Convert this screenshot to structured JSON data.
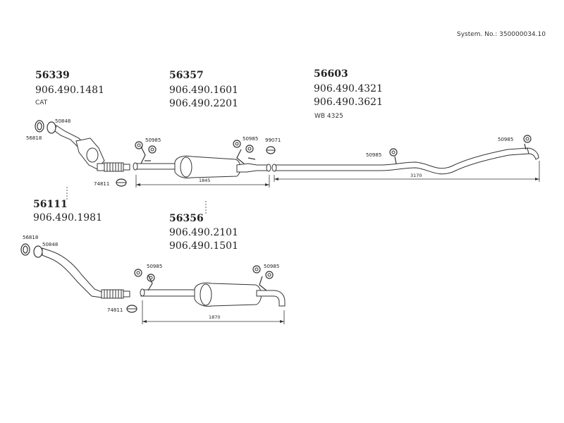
{
  "system_no": "System. No.: 350000034.10",
  "groups": {
    "g1": {
      "part": "56339",
      "oe": [
        "906.490.1481"
      ],
      "note": "CAT"
    },
    "g2": {
      "part": "56357",
      "oe": [
        "906.490.1601",
        "906.490.2201"
      ]
    },
    "g3": {
      "part": "56603",
      "oe": [
        "906.490.4321",
        "906.490.3621"
      ],
      "note": "WB 4325"
    },
    "g4": {
      "part": "56111",
      "oe": [
        "906.490.1981"
      ]
    },
    "g5": {
      "part": "56356",
      "oe": [
        "906.490.2101",
        "906.490.1501"
      ]
    }
  },
  "callouts": {
    "c50848a": "50848",
    "c56818a": "56818",
    "c50985a": "50985",
    "c50985b": "50985",
    "c99071": "99071",
    "c50985c": "50985",
    "c50985d": "50985",
    "c74811a": "74811",
    "c56818b": "56818",
    "c50848b": "50848",
    "c74811b": "74811",
    "c50985e": "50985",
    "c50985f": "50985"
  },
  "dimensions": {
    "d1": "1845",
    "d2": "3170",
    "d3": "1870"
  }
}
